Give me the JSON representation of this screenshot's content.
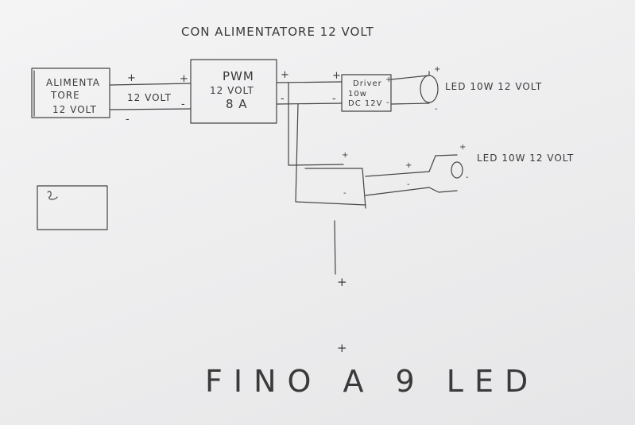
{
  "title": "CON ALIMENTATORE 12 VOLT",
  "power_supply": {
    "line1": "ALIMENTA",
    "line2": "TORE",
    "line3": "12 VOLT"
  },
  "wire_label": "12 VOLT",
  "pwm": {
    "line1": "PWM",
    "line2": "12 VOLT",
    "line3": "8 A"
  },
  "driver": {
    "line1": "Driver",
    "line2": "10w",
    "line3": "DC 12V"
  },
  "led_label": "LED 10W 12 VOLT",
  "led_label_2": "LED 10W 12 VOLT",
  "signs": {
    "plus": "+",
    "minus": "-"
  },
  "caption": "FINO A 9 LED"
}
